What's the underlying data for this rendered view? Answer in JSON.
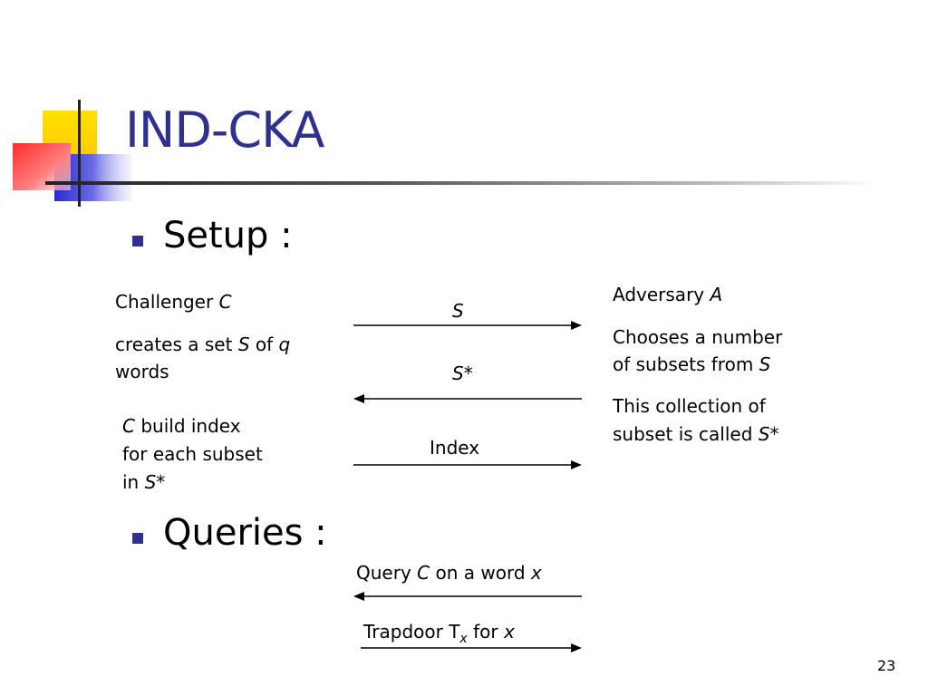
{
  "slide": {
    "title": "IND-CKA",
    "page_number": "23"
  },
  "setup": {
    "heading": "Setup :",
    "challenger": {
      "label": "Challenger",
      "var": "C",
      "line2_pre": "creates a set",
      "line2_var1": "S",
      "line2_mid": "of",
      "line2_var2": "q",
      "line3": "words"
    },
    "build": {
      "var": "C",
      "line1_rest": "build index",
      "line2": "for each subset",
      "line3_pre": "in",
      "line3_var": "S",
      "line3_suffix": "*"
    },
    "adversary": {
      "label": "Adversary",
      "var": "A",
      "chooses_line1": "Chooses a number",
      "chooses_line2_pre": "of subsets from",
      "chooses_line2_var": "S",
      "coll_line1": "This collection of",
      "coll_line2_pre": "subset is called",
      "coll_line2_var": "S",
      "coll_line2_suffix": "*"
    },
    "arrows": {
      "s_label": "S",
      "sstar_var": "S",
      "sstar_suffix": "*",
      "index_label": "Index"
    }
  },
  "queries": {
    "heading": "Queries :",
    "query_pre": "Query",
    "query_var": "C",
    "query_mid": "on a word",
    "query_x": "x",
    "trapdoor_pre": "Trapdoor T",
    "trapdoor_sub": "x",
    "trapdoor_mid": "for",
    "trapdoor_x": "x"
  },
  "colors": {
    "title": "#2e3192",
    "bullet": "#2e3192",
    "deco_yellow": "#ffd200",
    "deco_red": "#ff3c3c",
    "deco_blue": "#3a3ad6"
  }
}
